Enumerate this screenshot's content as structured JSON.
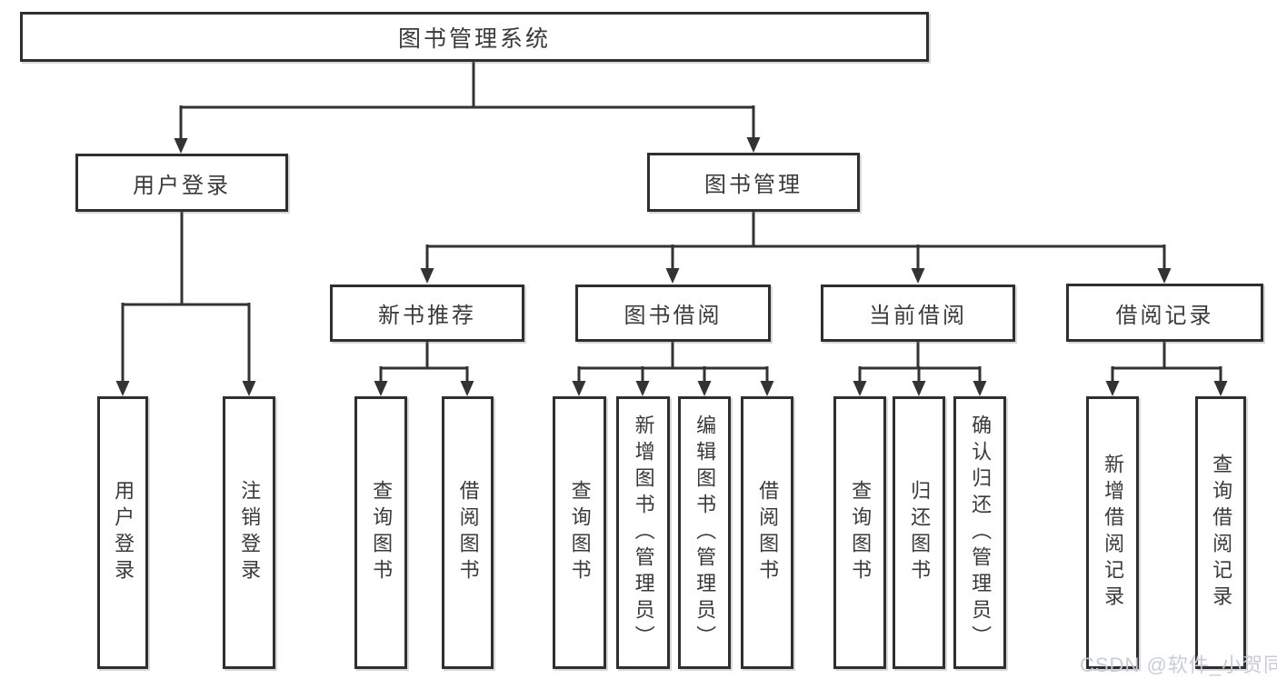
{
  "diagram": {
    "root": {
      "label": "图书管理系统"
    },
    "branches": [
      {
        "label": "用户登录",
        "children": [
          {
            "label": "用户登录"
          },
          {
            "label": "注销登录"
          }
        ]
      },
      {
        "label": "图书管理",
        "groups": [
          {
            "label": "新书推荐",
            "children": [
              {
                "label": "查询图书"
              },
              {
                "label": "借阅图书"
              }
            ]
          },
          {
            "label": "图书借阅",
            "children": [
              {
                "label": "查询图书"
              },
              {
                "label": "新增图书（管理员）"
              },
              {
                "label": "编辑图书（管理员）"
              },
              {
                "label": "借阅图书"
              }
            ]
          },
          {
            "label": "当前借阅",
            "children": [
              {
                "label": "查询图书"
              },
              {
                "label": "归还图书"
              },
              {
                "label": "确认归还（管理员）"
              }
            ]
          },
          {
            "label": "借阅记录",
            "children": [
              {
                "label": "新增借阅记录"
              },
              {
                "label": "查询借阅记录"
              }
            ]
          }
        ]
      }
    ]
  },
  "watermark": {
    "text": "CSDN @软件_小贺同学"
  },
  "colors": {
    "line": "#333333",
    "border": "#2f2f2f",
    "text": "#3a3a3a",
    "watermark": "#c7cad3"
  }
}
